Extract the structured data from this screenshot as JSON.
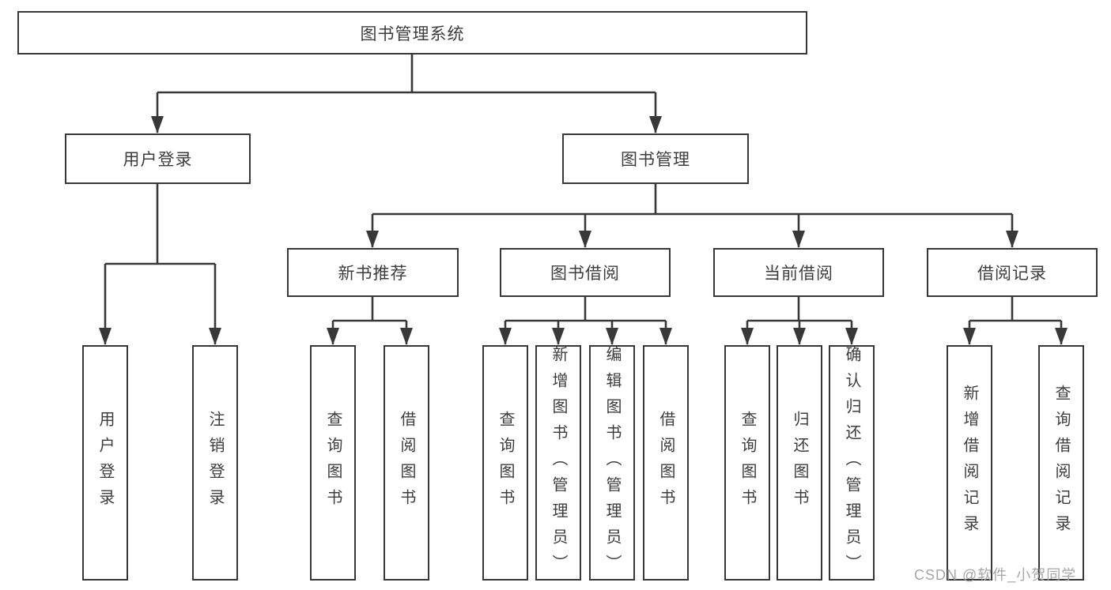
{
  "diagram_title": "图书管理系统",
  "tree": {
    "root": {
      "label": "图书管理系统",
      "children": [
        {
          "label": "用户登录",
          "children": [
            {
              "label": "用户登录"
            },
            {
              "label": "注销登录"
            }
          ]
        },
        {
          "label": "图书管理",
          "children": [
            {
              "label": "新书推荐",
              "children": [
                {
                  "label": "查询图书"
                },
                {
                  "label": "借阅图书"
                }
              ]
            },
            {
              "label": "图书借阅",
              "children": [
                {
                  "label": "查询图书"
                },
                {
                  "label": "新增图书（管理员）"
                },
                {
                  "label": "编辑图书（管理员）"
                },
                {
                  "label": "借阅图书"
                }
              ]
            },
            {
              "label": "当前借阅",
              "children": [
                {
                  "label": "查询图书"
                },
                {
                  "label": "归还图书"
                },
                {
                  "label": "确认归还（管理员）"
                }
              ]
            },
            {
              "label": "借阅记录",
              "children": [
                {
                  "label": "新增借阅记录"
                },
                {
                  "label": "查询借阅记录"
                }
              ]
            }
          ]
        }
      ]
    }
  },
  "watermark": {
    "text": "CSDN @软件_小贺同学"
  },
  "colors": {
    "line": "#383838",
    "text": "#3d3d3d",
    "background": "#ffffff",
    "watermark": "#a6a6a6"
  }
}
